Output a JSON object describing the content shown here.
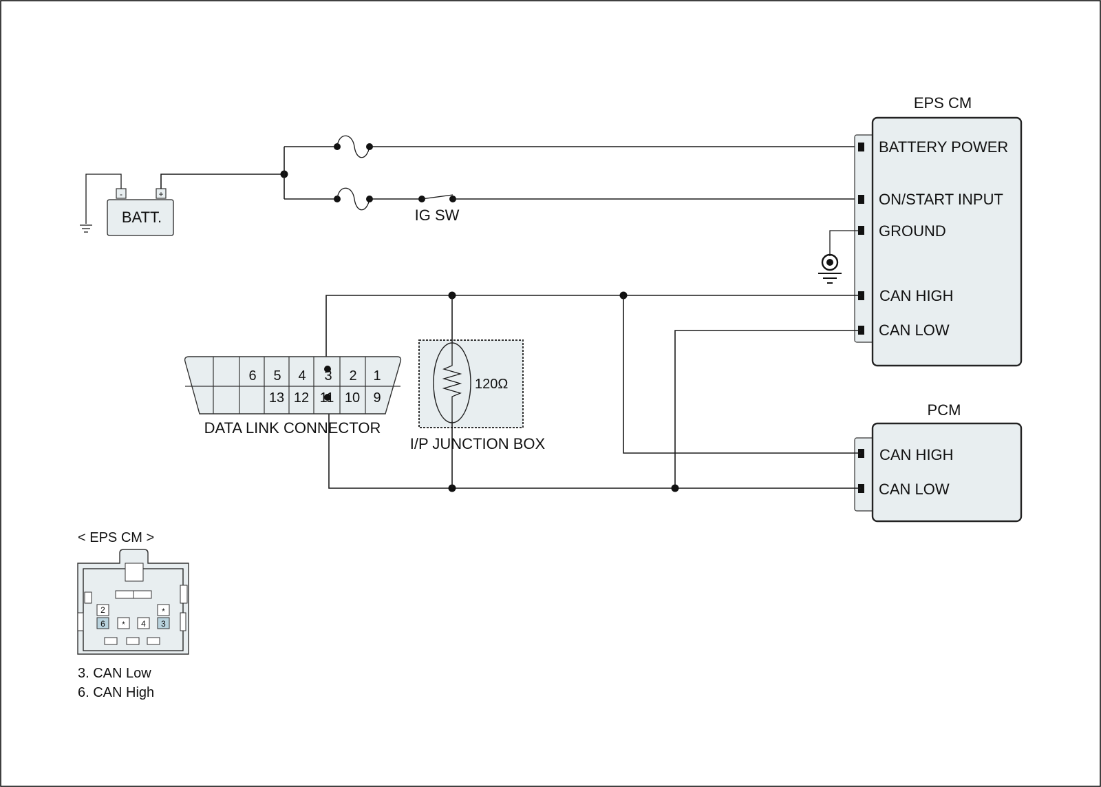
{
  "frame": {
    "border_color": "#000000",
    "background": "#ffffff"
  },
  "colors": {
    "module_fill": "#e8eef0",
    "highlight_pin": "#b9d3de",
    "wire": "#1a1a1a"
  },
  "battery": {
    "label": "BATT.",
    "neg": "-",
    "pos": "+"
  },
  "ig_switch": {
    "label": "IG SW"
  },
  "eps_cm": {
    "title": "EPS CM",
    "pins": {
      "battery_power": "BATTERY POWER",
      "on_start_input": "ON/START INPUT",
      "ground": "GROUND",
      "can_high": "CAN HIGH",
      "can_low": "CAN LOW"
    }
  },
  "pcm": {
    "title": "PCM",
    "pins": {
      "can_high": "CAN HIGH",
      "can_low": "CAN LOW"
    }
  },
  "dlc": {
    "label": "DATA LINK CONNECTOR",
    "top_row": [
      "6",
      "5",
      "4",
      "3",
      "2",
      "1"
    ],
    "bottom_row": [
      "13",
      "12",
      "11",
      "10",
      "9"
    ]
  },
  "junction_box": {
    "label": "I/P JUNCTION BOX",
    "resistor": "120Ω"
  },
  "eps_connector": {
    "title": "< EPS CM >",
    "pins": {
      "p2": "2",
      "star_top": "*",
      "p6": "6",
      "star_mid": "*",
      "p4": "4",
      "p3": "3"
    },
    "legend": [
      "3. CAN Low",
      "6. CAN High"
    ]
  }
}
